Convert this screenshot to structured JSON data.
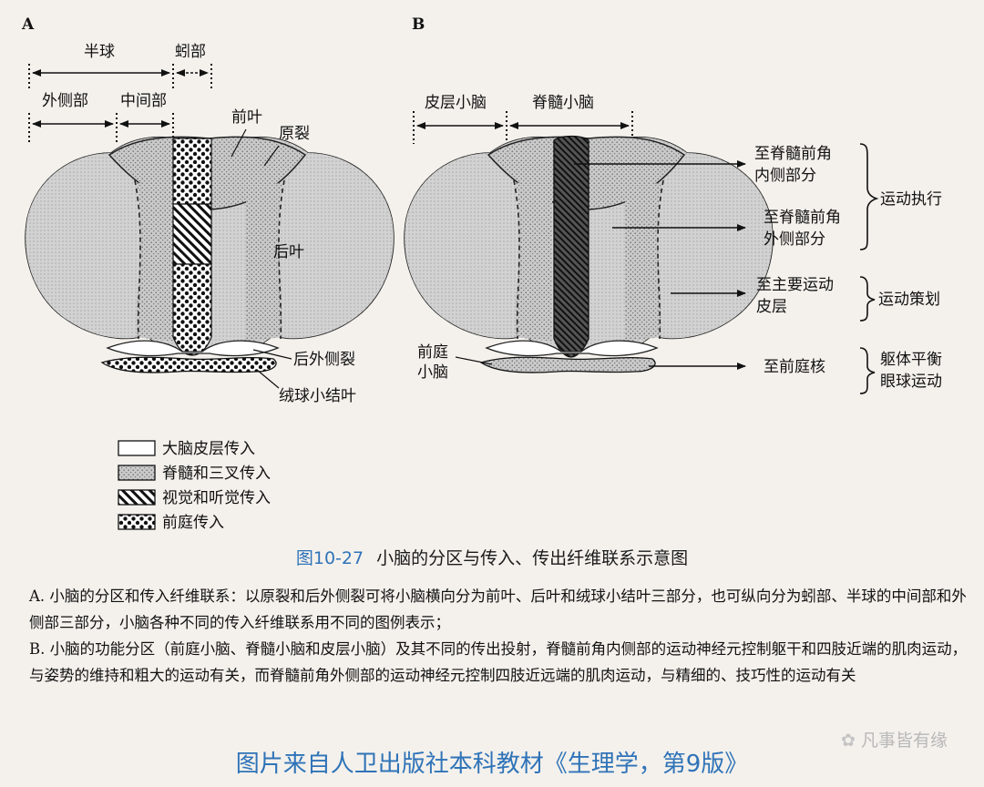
{
  "panel_a": {
    "tag": "A",
    "hemisphere": "半球",
    "vermis": "蚓部",
    "lateral": "外侧部",
    "intermediate": "中间部",
    "anterior_lobe": "前叶",
    "primary_fissure": "原裂",
    "posterior_lobe": "后叶",
    "posterolateral_fissure": "后外侧裂",
    "flocculonodular": "绒球小结叶"
  },
  "legend": [
    {
      "label": "大脑皮层传入",
      "pattern": "white"
    },
    {
      "label": "脊髓和三叉传入",
      "pattern": "stipple"
    },
    {
      "label": "视觉和听觉传入",
      "pattern": "hatch"
    },
    {
      "label": "前庭传入",
      "pattern": "dots"
    }
  ],
  "panel_b": {
    "tag": "B",
    "cerebrocerebellum": "皮层小脑",
    "spinocerebellum": "脊髓小脑",
    "vestibulocerebellum_1": "前庭",
    "vestibulocerebellum_2": "小脑",
    "out_medial_1": "至脊髓前角",
    "out_medial_2": "内侧部分",
    "out_lateral_1": "至脊髓前角",
    "out_lateral_2": "外侧部分",
    "out_cortex_1": "至主要运动",
    "out_cortex_2": "皮层",
    "out_vestibular": "至前庭核",
    "func_execution": "运动执行",
    "func_planning": "运动策划",
    "func_balance_1": "躯体平衡",
    "func_balance_2": "眼球运动"
  },
  "caption": {
    "number": "图10-27",
    "title": "小脑的分区与传入、传出纤维联系示意图"
  },
  "description": {
    "para_a": "A. 小脑的分区和传入纤维联系：以原裂和后外侧裂可将小脑横向分为前叶、后叶和绒球小结叶三部分，也可纵向分为蚓部、半球的中间部和外侧部三部分，小脑各种不同的传入纤维联系用不同的图例表示；",
    "para_b": "B. 小脑的功能分区（前庭小脑、脊髓小脑和皮层小脑）及其不同的传出投射，脊髓前角内侧部的运动神经元控制躯干和四肢近端的肌肉运动，与姿势的维持和粗大的运动有关，而脊髓前角外侧部的运动神经元控制四肢近远端的肌肉运动，与精细的、技巧性的运动有关"
  },
  "watermark": "凡事皆有缘",
  "source": "图片来自人卫出版社本科教材《生理学，第9版》"
}
